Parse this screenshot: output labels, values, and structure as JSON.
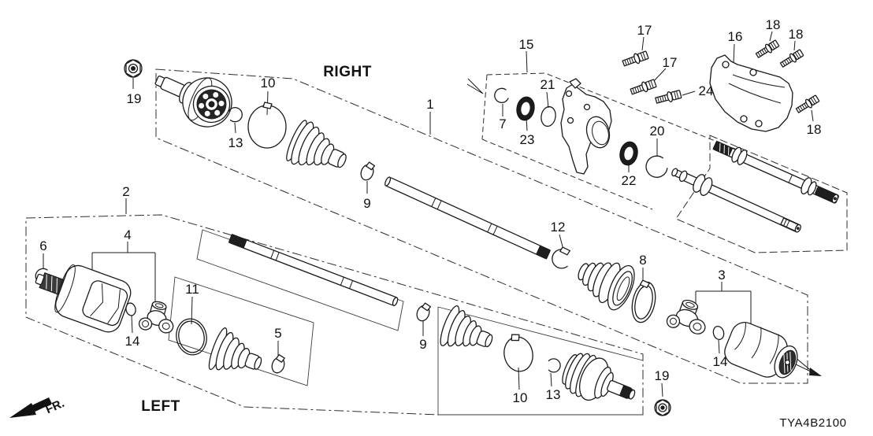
{
  "diagram": {
    "code": "TYA4B2100",
    "label_right": "RIGHT",
    "label_left": "LEFT",
    "label_front": "FR.",
    "callouts": [
      "19",
      "10",
      "13",
      "1",
      "9",
      "15",
      "7",
      "23",
      "21",
      "17",
      "17",
      "24",
      "16",
      "18",
      "18",
      "18",
      "20",
      "22",
      "2",
      "6",
      "4",
      "14",
      "11",
      "5",
      "9",
      "10",
      "13",
      "12",
      "8",
      "3",
      "14",
      "19"
    ]
  },
  "colors": {
    "line": "#1a1a1a",
    "background": "#ffffff"
  }
}
